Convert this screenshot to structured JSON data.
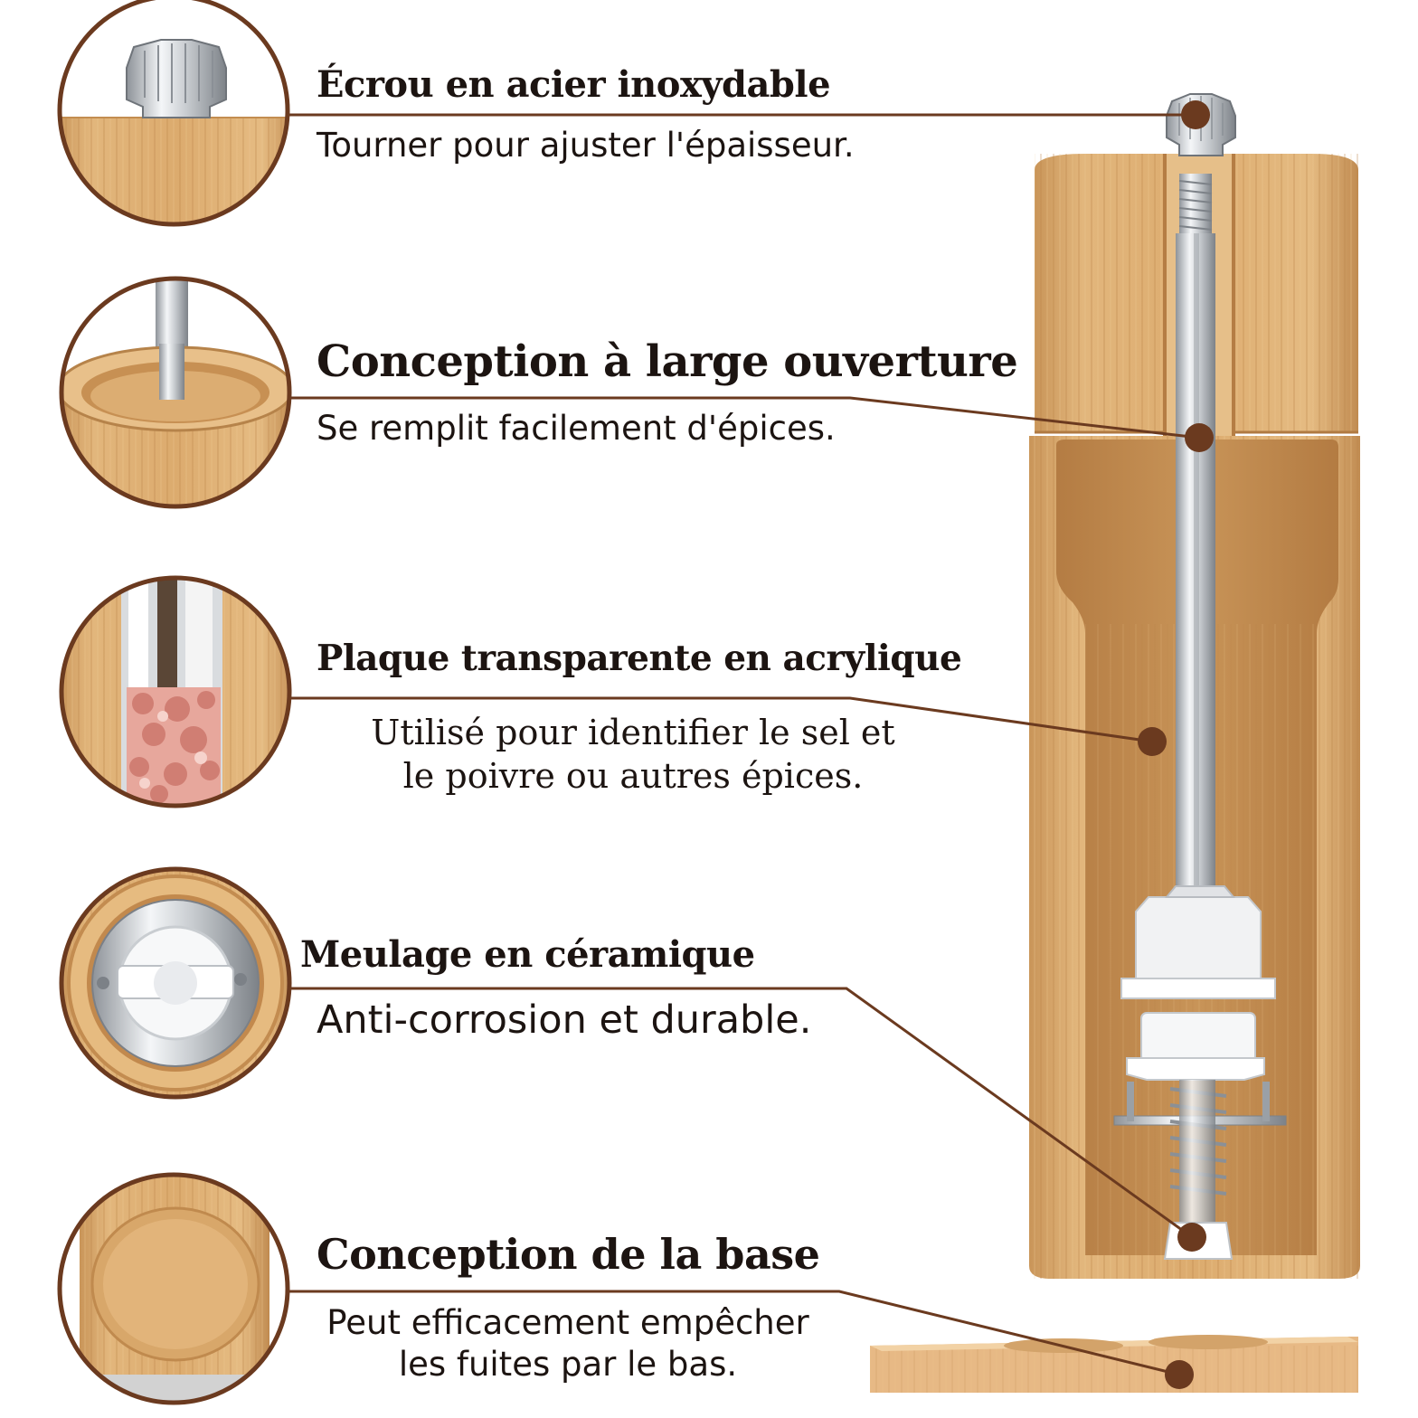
{
  "features": [
    {
      "title": "Écrou en acier inoxydable",
      "description": "Tourner pour ajuster l'épaisseur."
    },
    {
      "title": "Conception à large ouverture",
      "description": "Se remplit facilement d'épices."
    },
    {
      "title": "Plaque transparente en acrylique",
      "description_lines": [
        "Utilisé pour identifier le sel et",
        "le poivre ou autres épices."
      ]
    },
    {
      "title": "Meulage en céramique",
      "description": "Anti-corrosion et durable."
    },
    {
      "title": "Conception de la base",
      "description_lines": [
        "Peut efficacement empêcher",
        "les fuites par le bas."
      ]
    }
  ],
  "colors": {
    "accent_brown": "#6b3a1f",
    "bamboo": "#d9a86c",
    "bamboo_dark": "#b9844b",
    "text": "#1c1411"
  },
  "icons": [
    "stainless-nut-detail",
    "wide-opening-detail",
    "acrylic-window-detail",
    "ceramic-grinder-detail",
    "base-detail"
  ]
}
